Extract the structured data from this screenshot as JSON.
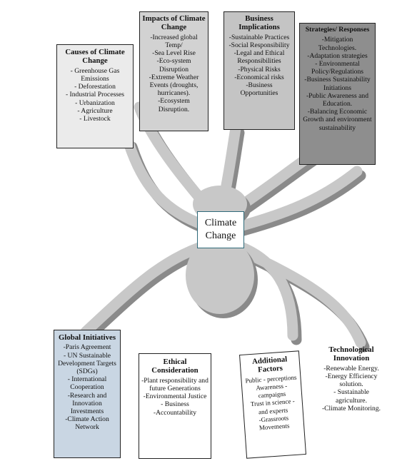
{
  "center": {
    "line1": "Climate",
    "line2": "Change"
  },
  "boxes": {
    "causes": {
      "title": "Causes of Climate Change",
      "items": [
        "- Greenhouse Gas Emissions",
        "- Deforestation",
        "- Industrial Processes",
        "- Urbanization",
        "- Agriculture",
        "- Livestock"
      ]
    },
    "impacts": {
      "title": "Impacts of Climate Change",
      "items": [
        "-Increased global Temp/",
        "-Sea Level Rise",
        "-Eco-system Disruption",
        "-Extreme Weather Events (droughts, hurricanes).",
        "-Ecosystem Disruption."
      ]
    },
    "business": {
      "title": "Business Implications",
      "items": [
        "-Sustainable Practices",
        "-Social Responsibility",
        "-Legal and Ethical Responsibilities",
        "-Physical Risks",
        "-Economical risks",
        "-Business Opportunities"
      ]
    },
    "strategies": {
      "title": "Strategies/ Responses",
      "items": [
        "-Mitigation Technologies.",
        "-Adaptation strategies",
        "- Environmental Policy/Regulations",
        "-Business Sustainability Initiations",
        "-Public Awareness and Education.",
        "-Balancing Economic Growth and environment sustainability"
      ]
    },
    "global": {
      "title": "Global Initiatives",
      "items": [
        "-Paris Agreement",
        "- UN Sustainable Development Targets (SDGs)",
        "- International Cooperation",
        "-Research and Innovation Investments",
        "-Climate Action Network"
      ]
    },
    "ethical": {
      "title": "Ethical Consideration",
      "items": [
        "-Plant responsibility and future Generations",
        "-Environmental Justice",
        "- Business",
        "-Accountability"
      ]
    },
    "additional": {
      "title": "Additional Factors",
      "items": [
        "Public - perceptions",
        "Awareness - campaigns",
        "Trust in science - and experts",
        "-Grassroots Movements"
      ]
    },
    "tech": {
      "title": "Technological Innovation",
      "items": [
        "-Renewable Energy.",
        "-Energy Efficiency solution.",
        "- Sustainable agriculture.",
        "-Climate Monitoring."
      ]
    }
  },
  "colors": {
    "causes": "#ebebeb",
    "impacts": "#d2d2d2",
    "business": "#c4c4c4",
    "strategies": "#8e8e8e",
    "global": "#c9d6e3",
    "spider": "#c8c8c8",
    "spider_shadow": "#8a8a8a"
  }
}
